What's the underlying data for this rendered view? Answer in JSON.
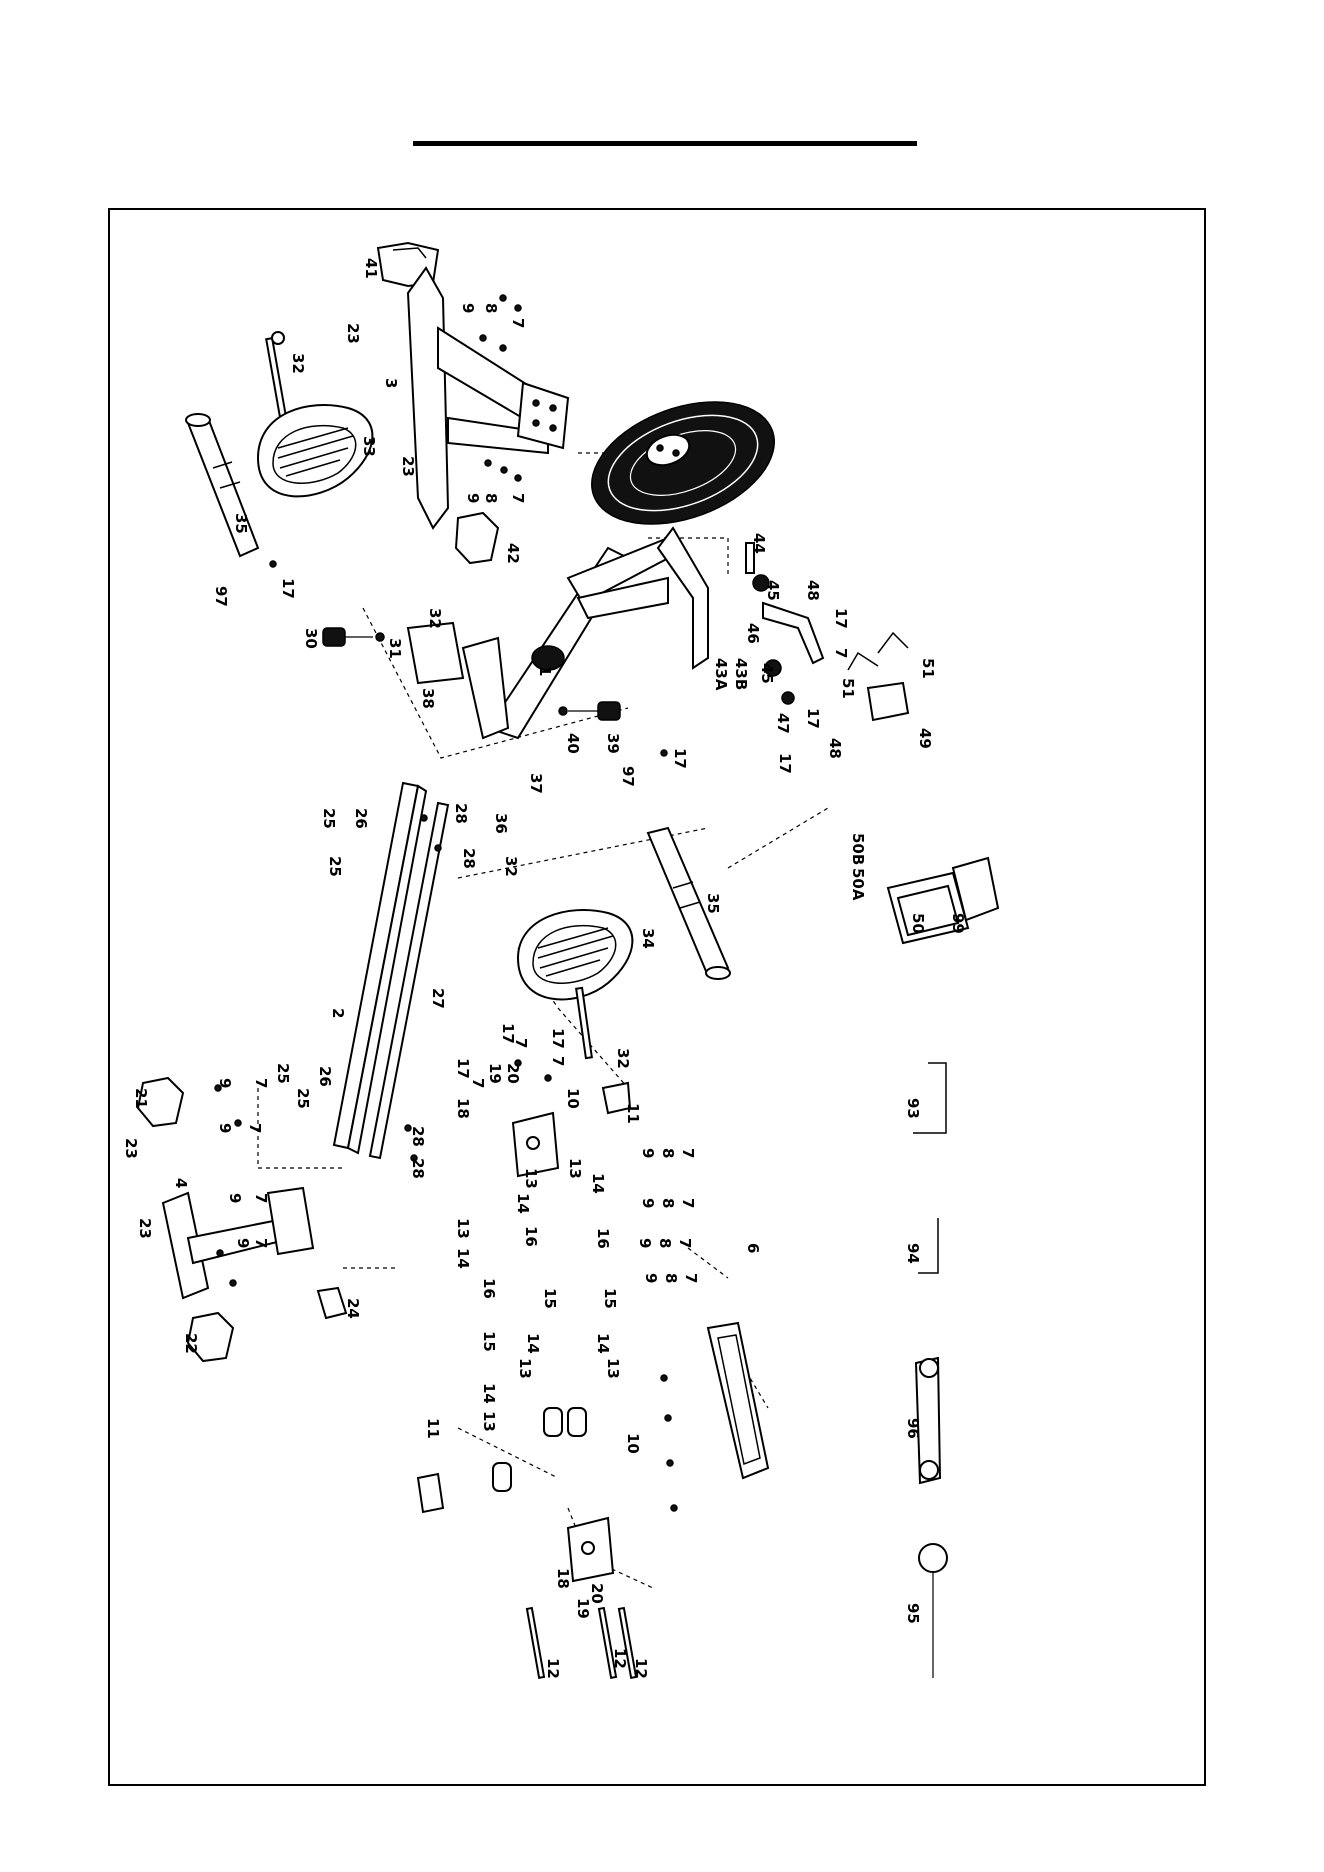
{
  "page": {
    "background": "#ffffff",
    "line_color": "#000000"
  },
  "diagram": {
    "callouts": [
      {
        "id": "c41",
        "text": "41"
      },
      {
        "id": "c23a",
        "text": "23"
      },
      {
        "id": "c9a",
        "text": "9"
      },
      {
        "id": "c8a",
        "text": "8"
      },
      {
        "id": "c7a",
        "text": "7"
      },
      {
        "id": "c3",
        "text": "3"
      },
      {
        "id": "c32a",
        "text": "32"
      },
      {
        "id": "c33",
        "text": "33"
      },
      {
        "id": "c23b",
        "text": "23"
      },
      {
        "id": "c9b",
        "text": "9"
      },
      {
        "id": "c8b",
        "text": "8"
      },
      {
        "id": "c7b",
        "text": "7"
      },
      {
        "id": "c35a",
        "text": "35"
      },
      {
        "id": "c42",
        "text": "42"
      },
      {
        "id": "c17a",
        "text": "17"
      },
      {
        "id": "c97a",
        "text": "97"
      },
      {
        "id": "c32b",
        "text": "32"
      },
      {
        "id": "c30",
        "text": "30"
      },
      {
        "id": "c31",
        "text": "31"
      },
      {
        "id": "c38",
        "text": "38"
      },
      {
        "id": "c1",
        "text": "1"
      },
      {
        "id": "c40",
        "text": "40"
      },
      {
        "id": "c39",
        "text": "39"
      },
      {
        "id": "c43a",
        "text": "43A"
      },
      {
        "id": "c43b",
        "text": "43B"
      },
      {
        "id": "c44",
        "text": "44"
      },
      {
        "id": "c45a",
        "text": "45"
      },
      {
        "id": "c46",
        "text": "46"
      },
      {
        "id": "c48a",
        "text": "48"
      },
      {
        "id": "c17b",
        "text": "17"
      },
      {
        "id": "c7c",
        "text": "7"
      },
      {
        "id": "c51a",
        "text": "51"
      },
      {
        "id": "c51b",
        "text": "51"
      },
      {
        "id": "c49",
        "text": "49"
      },
      {
        "id": "c45b",
        "text": "45"
      },
      {
        "id": "c47",
        "text": "47"
      },
      {
        "id": "c17c",
        "text": "17"
      },
      {
        "id": "c17d",
        "text": "17"
      },
      {
        "id": "c48b",
        "text": "48"
      },
      {
        "id": "c37",
        "text": "37"
      },
      {
        "id": "c36",
        "text": "36"
      },
      {
        "id": "c28a",
        "text": "28"
      },
      {
        "id": "c28b",
        "text": "28"
      },
      {
        "id": "c26a",
        "text": "26"
      },
      {
        "id": "c25a",
        "text": "25"
      },
      {
        "id": "c25b",
        "text": "25"
      },
      {
        "id": "c32c",
        "text": "32"
      },
      {
        "id": "c97b",
        "text": "97"
      },
      {
        "id": "c17e",
        "text": "17"
      },
      {
        "id": "c35b",
        "text": "35"
      },
      {
        "id": "c34",
        "text": "34"
      },
      {
        "id": "c32d",
        "text": "32"
      },
      {
        "id": "c50b",
        "text": "50B"
      },
      {
        "id": "c50a",
        "text": "50A"
      },
      {
        "id": "c50",
        "text": "50"
      },
      {
        "id": "c99",
        "text": "99"
      },
      {
        "id": "c2",
        "text": "2"
      },
      {
        "id": "c27",
        "text": "27"
      },
      {
        "id": "c21",
        "text": "21"
      },
      {
        "id": "c9c",
        "text": "9"
      },
      {
        "id": "c7d",
        "text": "7"
      },
      {
        "id": "c25c",
        "text": "25"
      },
      {
        "id": "c26b",
        "text": "26"
      },
      {
        "id": "c25d",
        "text": "25"
      },
      {
        "id": "c9d",
        "text": "9"
      },
      {
        "id": "c7e",
        "text": "7"
      },
      {
        "id": "c23c",
        "text": "23"
      },
      {
        "id": "c4",
        "text": "4"
      },
      {
        "id": "c9e",
        "text": "9"
      },
      {
        "id": "c7f",
        "text": "7"
      },
      {
        "id": "c23d",
        "text": "23"
      },
      {
        "id": "c9f",
        "text": "9"
      },
      {
        "id": "c7g",
        "text": "7"
      },
      {
        "id": "c22",
        "text": "22"
      },
      {
        "id": "c24",
        "text": "24"
      },
      {
        "id": "c28c",
        "text": "28"
      },
      {
        "id": "c28d",
        "text": "28"
      },
      {
        "id": "c17f",
        "text": "17"
      },
      {
        "id": "c7h",
        "text": "7"
      },
      {
        "id": "c17g",
        "text": "17"
      },
      {
        "id": "c7i",
        "text": "7"
      },
      {
        "id": "c17h",
        "text": "17"
      },
      {
        "id": "c7j",
        "text": "7"
      },
      {
        "id": "c18a",
        "text": "18"
      },
      {
        "id": "c19a",
        "text": "19"
      },
      {
        "id": "c20a",
        "text": "20"
      },
      {
        "id": "c10a",
        "text": "10"
      },
      {
        "id": "c11a",
        "text": "11"
      },
      {
        "id": "c13a",
        "text": "13"
      },
      {
        "id": "c13b",
        "text": "13"
      },
      {
        "id": "c14a",
        "text": "14"
      },
      {
        "id": "c14b",
        "text": "14"
      },
      {
        "id": "c16a",
        "text": "16"
      },
      {
        "id": "c16b",
        "text": "16"
      },
      {
        "id": "c13c",
        "text": "13"
      },
      {
        "id": "c14c",
        "text": "14"
      },
      {
        "id": "c16c",
        "text": "16"
      },
      {
        "id": "c15a",
        "text": "15"
      },
      {
        "id": "c15b",
        "text": "15"
      },
      {
        "id": "c15c",
        "text": "15"
      },
      {
        "id": "c14d",
        "text": "14"
      },
      {
        "id": "c14e",
        "text": "14"
      },
      {
        "id": "c13d",
        "text": "13"
      },
      {
        "id": "c13e",
        "text": "13"
      },
      {
        "id": "c14f",
        "text": "14"
      },
      {
        "id": "c13f",
        "text": "13"
      },
      {
        "id": "c11b",
        "text": "11"
      },
      {
        "id": "c10b",
        "text": "10"
      },
      {
        "id": "c9g",
        "text": "9"
      },
      {
        "id": "c8c",
        "text": "8"
      },
      {
        "id": "c7k",
        "text": "7"
      },
      {
        "id": "c9h",
        "text": "9"
      },
      {
        "id": "c8d",
        "text": "8"
      },
      {
        "id": "c7l",
        "text": "7"
      },
      {
        "id": "c9i",
        "text": "9"
      },
      {
        "id": "c8e",
        "text": "8"
      },
      {
        "id": "c7m",
        "text": "7"
      },
      {
        "id": "c9j",
        "text": "9"
      },
      {
        "id": "c8f",
        "text": "8"
      },
      {
        "id": "c7n",
        "text": "7"
      },
      {
        "id": "c6",
        "text": "6"
      },
      {
        "id": "c18b",
        "text": "18"
      },
      {
        "id": "c19b",
        "text": "19"
      },
      {
        "id": "c20b",
        "text": "20"
      },
      {
        "id": "c12a",
        "text": "12"
      },
      {
        "id": "c12b",
        "text": "12"
      },
      {
        "id": "c12c",
        "text": "12"
      },
      {
        "id": "c93",
        "text": "93"
      },
      {
        "id": "c94",
        "text": "94"
      },
      {
        "id": "c96",
        "text": "96"
      },
      {
        "id": "c95",
        "text": "95"
      }
    ]
  }
}
